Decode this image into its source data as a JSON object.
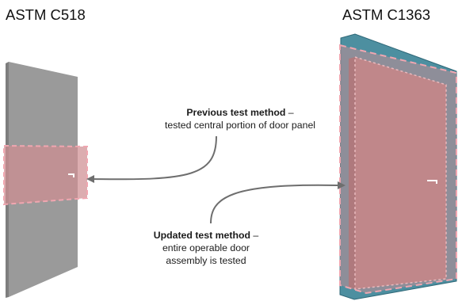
{
  "titles": {
    "left": "ASTM C518",
    "right": "ASTM C1363"
  },
  "callouts": {
    "previous": {
      "lead": "Previous test method",
      "dash": " –",
      "line2": "tested central portion of door panel"
    },
    "updated": {
      "lead": "Updated test method",
      "dash": " –",
      "line2": "entire operable door",
      "line3": "assembly is tested"
    }
  },
  "colors": {
    "door_panel": "#9a9a9a",
    "frame": "#4d8fa0",
    "test_area_fill": "#cf8d92",
    "test_area_dash": "#f0a6b0",
    "arrow": "#6e6e6e"
  }
}
